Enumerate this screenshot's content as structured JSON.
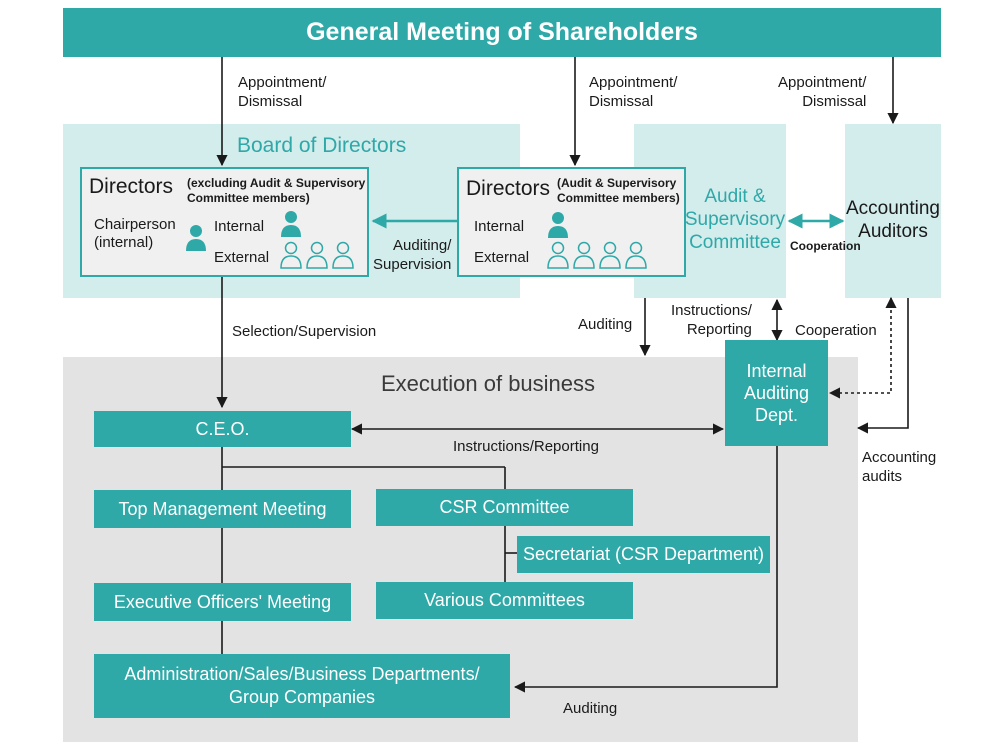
{
  "gms": {
    "title": "General Meeting of Shareholders"
  },
  "labels": {
    "appointment_1": "Appointment/\nDismissal",
    "appointment_2": "Appointment/\nDismissal",
    "appointment_3": "Appointment/\nDismissal",
    "selection_supervision": "Selection/Supervision",
    "auditing_supervision": "Auditing/\nSupervision",
    "cooperation_small": "Cooperation",
    "auditing_exec": "Auditing",
    "instructions_reporting_iad": "Instructions/\nReporting",
    "cooperation_iad": "Cooperation",
    "instructions_reporting_ceo": "Instructions/Reporting",
    "accounting_audits": "Accounting\naudits",
    "auditing_bottom": "Auditing"
  },
  "board": {
    "title": "Board of Directors",
    "directors_excl": {
      "heading": "Directors",
      "note": "(excluding Audit & Supervisory\nCommittee members)",
      "chairperson": "Chairperson\n(internal)",
      "internal": "Internal",
      "external": "External"
    },
    "directors_audit": {
      "heading": "Directors",
      "note": "(Audit & Supervisory\nCommittee members)",
      "internal": "Internal",
      "external": "External"
    }
  },
  "audit_committee": {
    "title": "Audit &\nSupervisory\nCommittee"
  },
  "accounting_auditors": {
    "title": "Accounting\nAuditors"
  },
  "execution": {
    "title": "Execution of business",
    "ceo": "C.E.O.",
    "internal_auditing": "Internal\nAuditing\nDept.",
    "top_management": "Top Management Meeting",
    "csr_committee": "CSR Committee",
    "secretariat": "Secretariat (CSR Department)",
    "executive_officers": "Executive Officers' Meeting",
    "various_committees": "Various Committees",
    "departments": "Administration/Sales/Business Departments/\nGroup Companies"
  },
  "colors": {
    "teal": "#2fa8a8",
    "light_teal": "#d3ecec",
    "grey": "#e3e3e3"
  }
}
